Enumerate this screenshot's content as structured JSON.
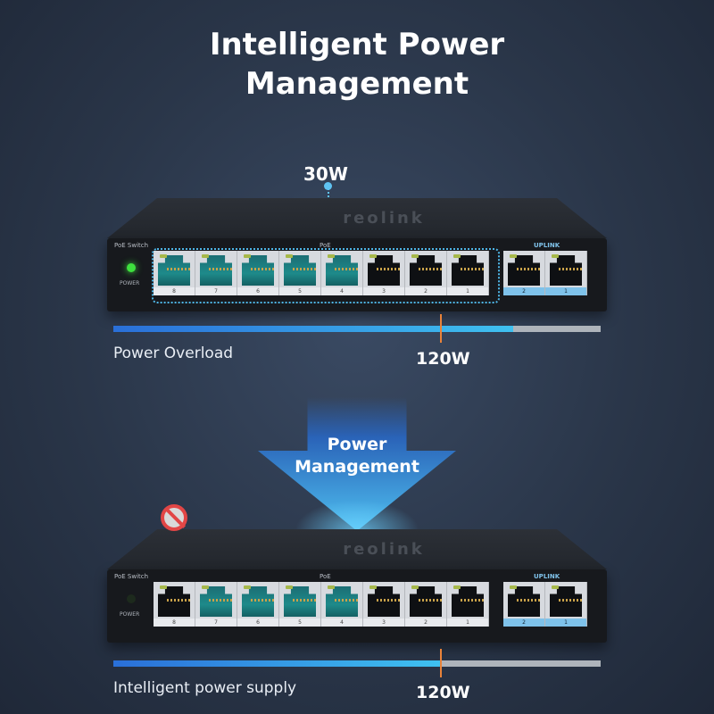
{
  "title_line1": "Intelligent Power",
  "title_line2": "Management",
  "callout_label": "30W",
  "arrow_label_line1": "Power",
  "arrow_label_line2": "Management",
  "switch": {
    "brand": "reolink",
    "name": "PoE Switch",
    "poe_label": "PoE",
    "uplink_label": "UPLINK",
    "power_label": "POWER",
    "poe_port_numbers": [
      "8",
      "7",
      "6",
      "5",
      "4",
      "3",
      "2",
      "1"
    ],
    "uplink_port_numbers": [
      "2",
      "1"
    ]
  },
  "top_panel": {
    "status_text": "Power Overload",
    "power_value": "120W",
    "power_led_color": "#3ee03e",
    "active_ports": [
      "8",
      "7",
      "6",
      "5",
      "4"
    ],
    "bar_fill_fraction": 0.82,
    "bar_mark_fraction": 0.67
  },
  "bottom_panel": {
    "status_text": "Intelligent power supply",
    "power_value": "120W",
    "power_led_color": "#1d2a1d",
    "active_ports": [
      "7",
      "6",
      "5",
      "4"
    ],
    "blocked_port": "8",
    "bar_fill_fraction": 0.67,
    "bar_mark_fraction": 0.67
  },
  "colors": {
    "accent_blue": "#3fc1f0",
    "bar_track": "#aeb4bb",
    "marker_orange": "#e9833a",
    "block_red": "#e24646"
  }
}
